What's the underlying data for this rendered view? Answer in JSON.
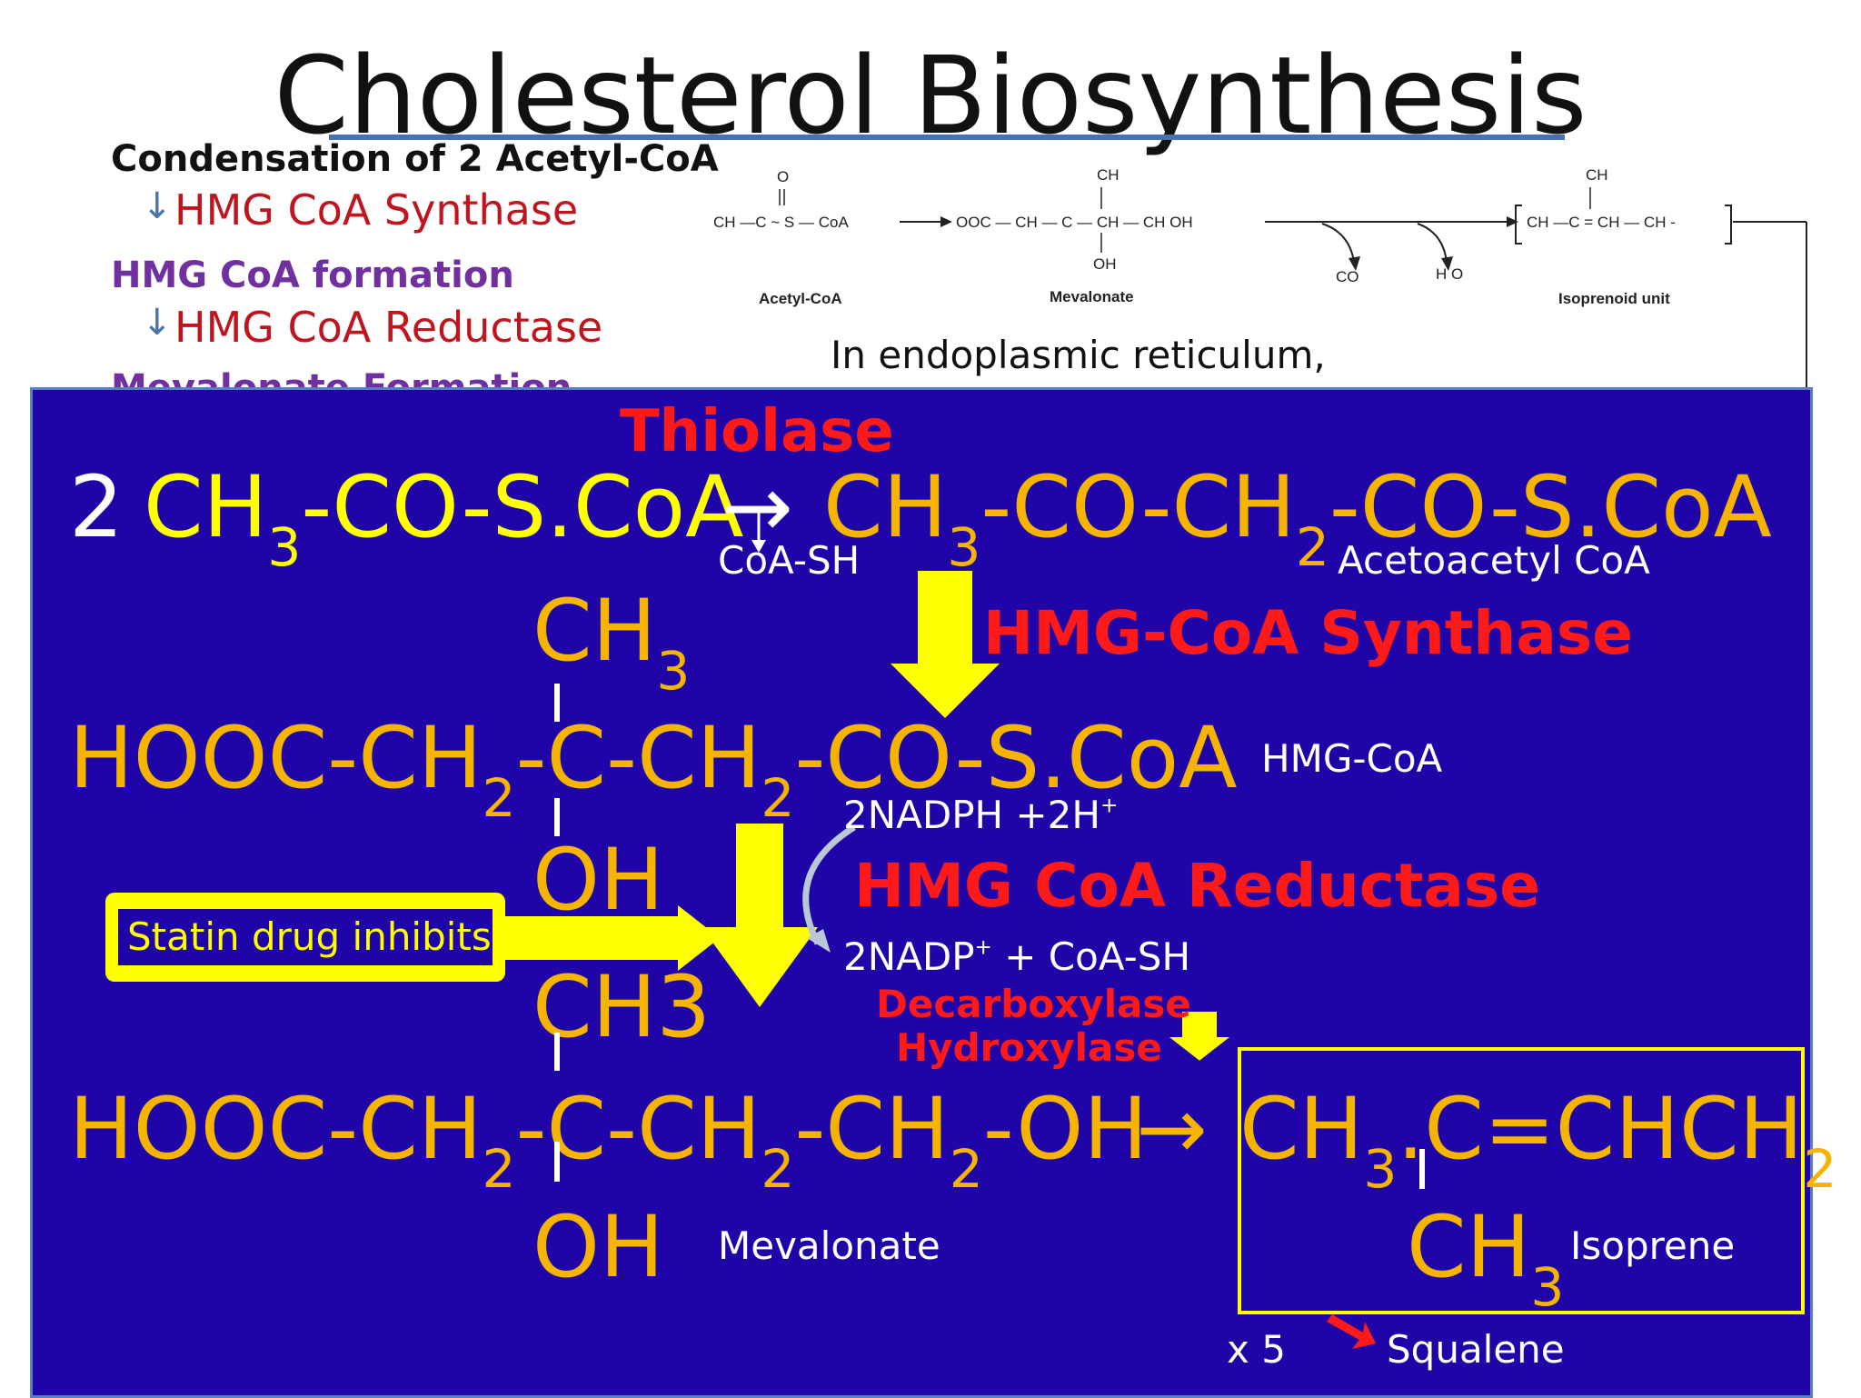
{
  "title": "Cholesterol Biosynthesis",
  "colors": {
    "panel_bg": "#1f05a7",
    "gold_text": "#f4b400",
    "yellow_text": "#ffff00",
    "enzyme_red": "#ff1a1a",
    "side_enzyme_red": "#c0151f",
    "purple_heading": "#7030a0",
    "accent_blue": "#4a72ad"
  },
  "left_steps": {
    "step1": "Condensation of 2 Acetyl-CoA",
    "enzyme1": "HMG CoA Synthase",
    "step2": "HMG CoA formation",
    "enzyme2": "HMG CoA Reductase",
    "step3_partial": "Mevalonate Formation"
  },
  "figure": {
    "acetyl_label": "Acetyl-CoA",
    "mevalonate_label": "Mevalonate",
    "isoprenoid_label": "Isoprenoid unit",
    "co2": "CO",
    "h2o": "H O",
    "acetyl_formula": "CH —C ~ S — CoA",
    "mevalonate_formula": "OOC — CH — C — CH — CH OH",
    "isoprenoid_formula": "CH —C = CH — CH -",
    "ch3": "CH",
    "oh": "OH",
    "o": "O"
  },
  "er_note": "In endoplasmic reticulum,",
  "panel": {
    "thiolase": "Thiolase",
    "coefficient": "2",
    "acetyl_coa": "CH3-CO-S.CoA",
    "acetoacetyl_coa_formula": "CH3-CO-CH2-CO-S.CoA",
    "coash_released": "CoA-SH",
    "acetoacetyl_label": "Acetoacetyl CoA",
    "hmg_synthase": "HMG-CoA Synthase",
    "ch3_top": "CH3",
    "hmg_coa_formula": "HOOC-CH2-C-CH2-CO-S.CoA",
    "hmg_coa_label": "HMG-CoA",
    "nadph": "2NADPH +2H+",
    "oh_mid": "OH",
    "hmg_reductase": "HMG CoA Reductase",
    "statin": "Statin drug inhibits",
    "nadp": "2NADP+ + CoA-SH",
    "ch3_mid": "CH3",
    "decarboxylase": "Decarboxylase",
    "hydroxylase": "Hydroxylase",
    "mevalonate_formula": "HOOC-CH2-C-CH2-CH2-OH",
    "isoprene_formula": "CH3.C=CHCH2",
    "oh_bottom": "OH",
    "mevalonate_label": "Mevalonate",
    "ch3_isoprene": "CH3",
    "isoprene_label": "Isoprene",
    "times_five": "x 5",
    "squalene": "Squalene"
  }
}
